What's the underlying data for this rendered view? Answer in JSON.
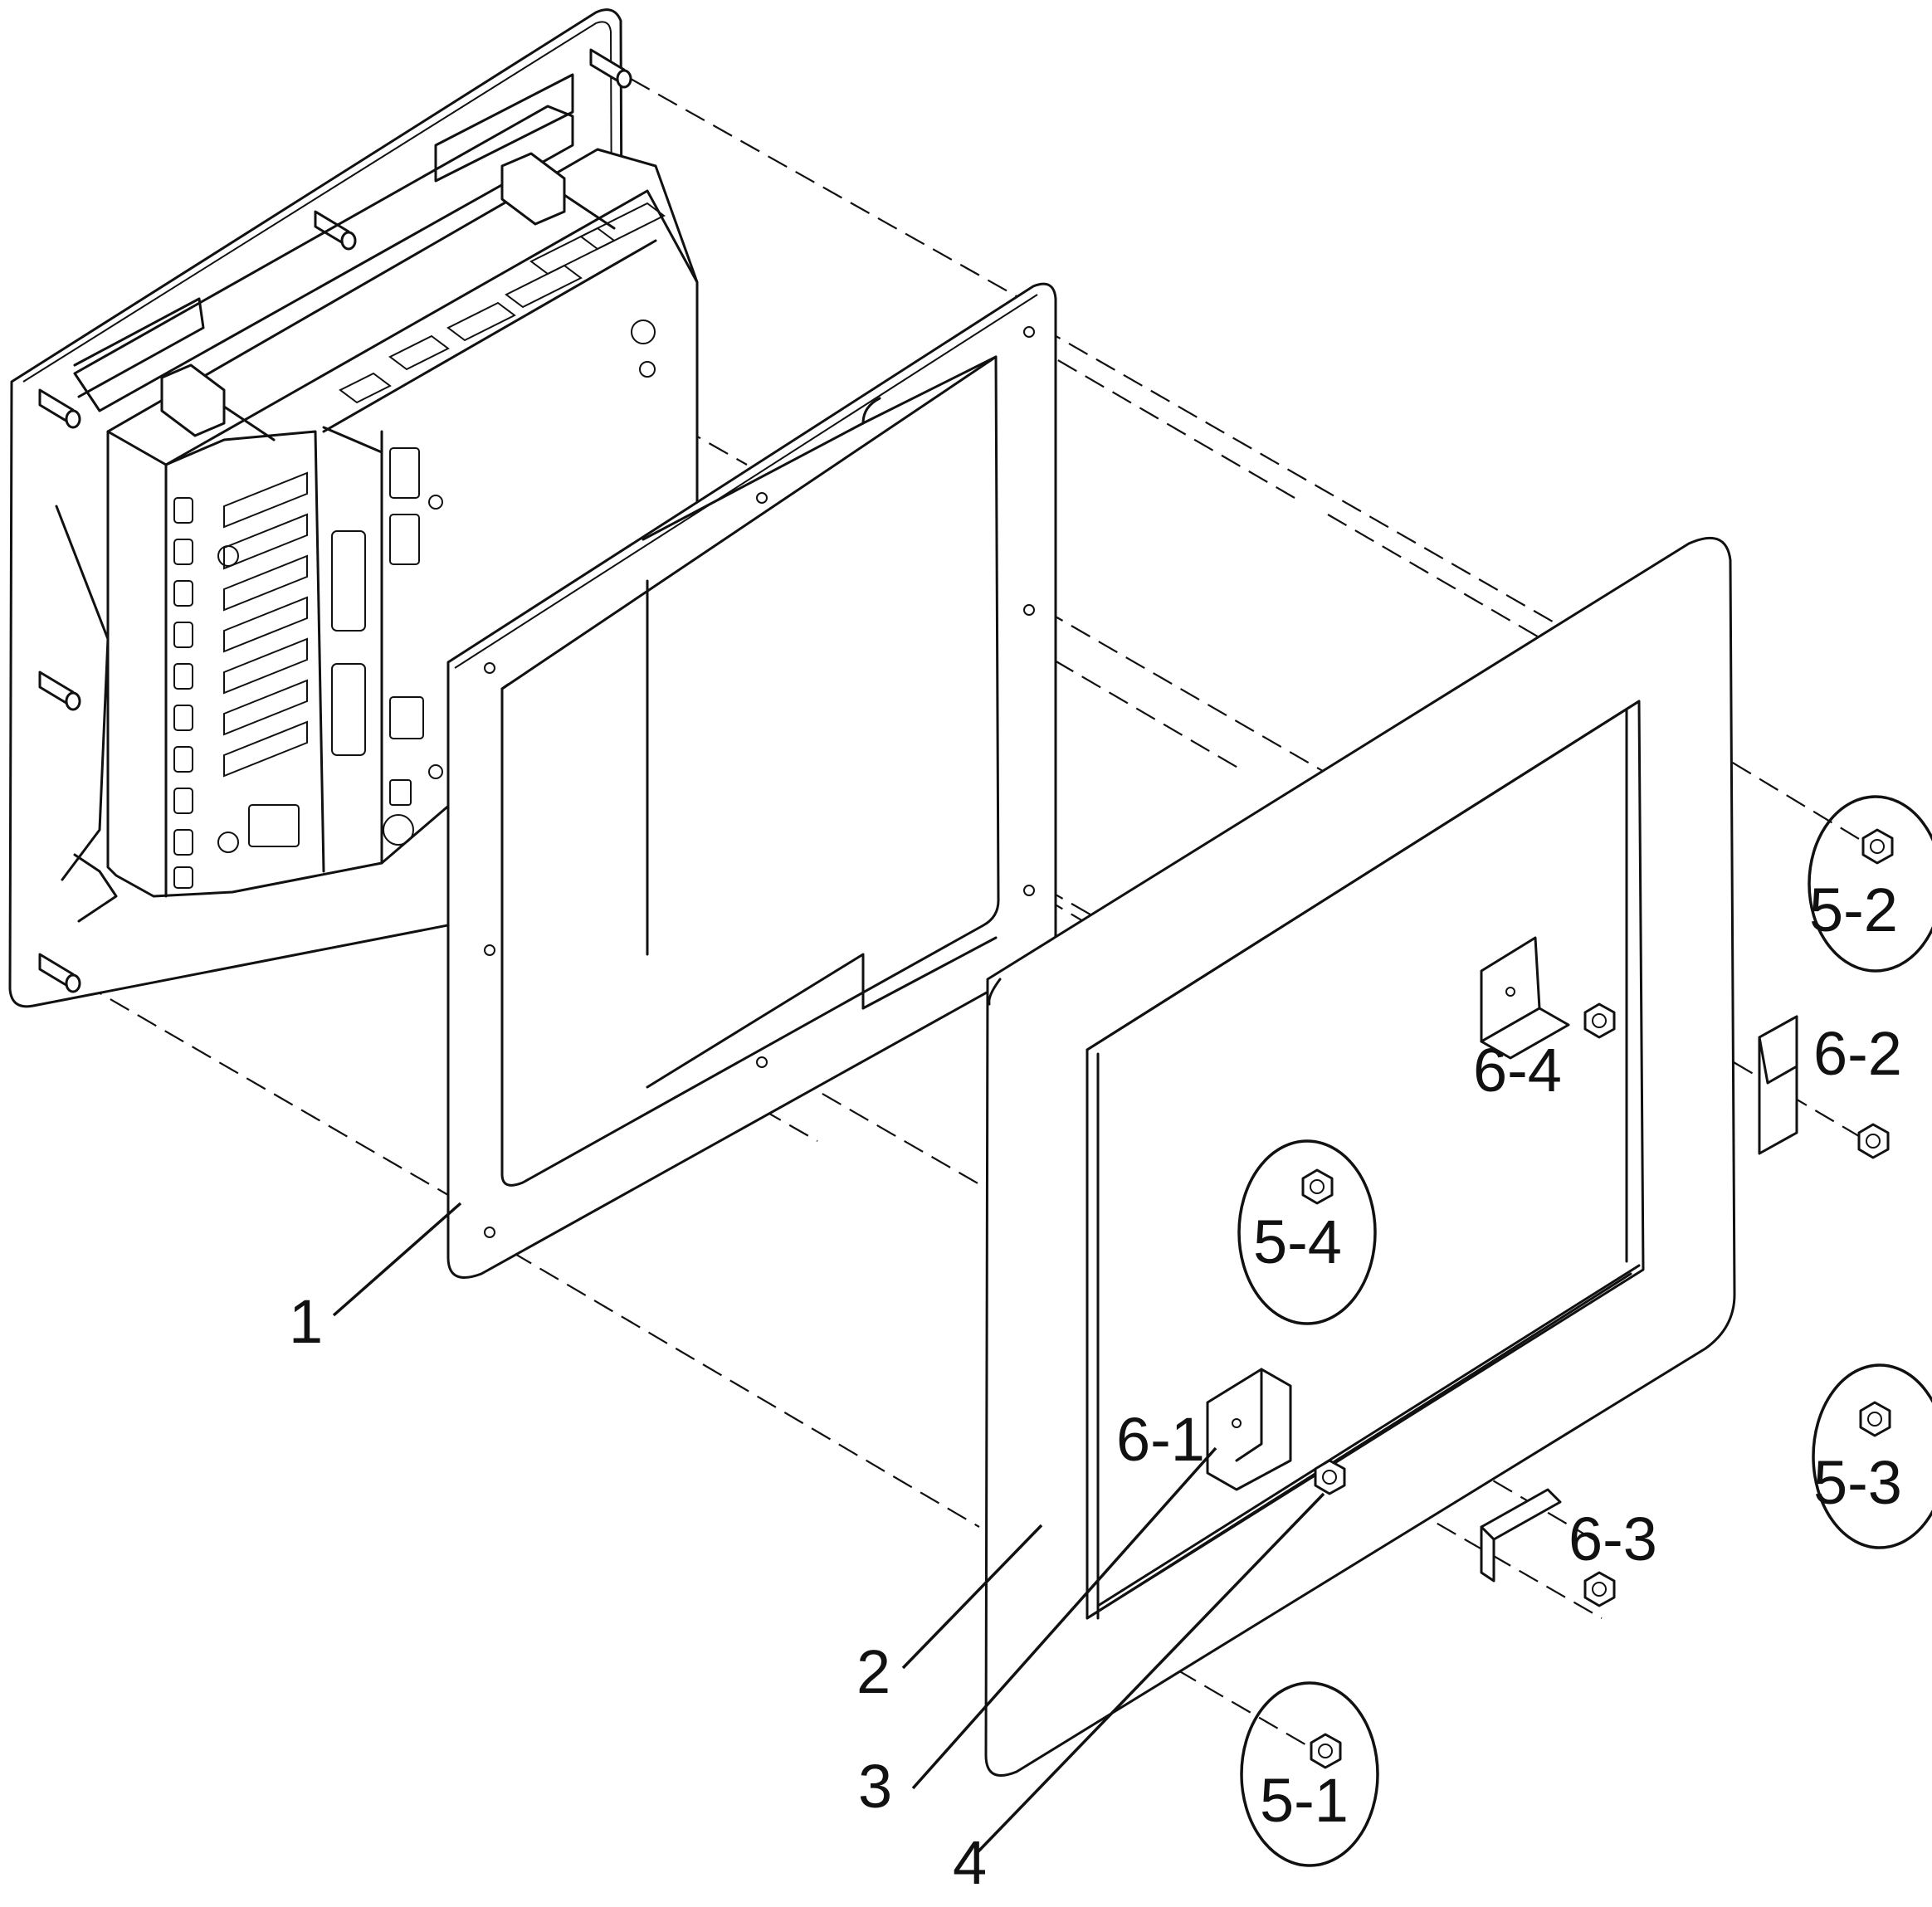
{
  "labels": {
    "p1": "1",
    "p2": "2",
    "p3": "3",
    "p4": "4",
    "p5_1": "5-1",
    "p5_2": "5-2",
    "p5_3": "5-3",
    "p5_4": "5-4",
    "p6_1": "6-1",
    "p6_2": "6-2",
    "p6_3": "6-3",
    "p6_4": "6-4"
  }
}
